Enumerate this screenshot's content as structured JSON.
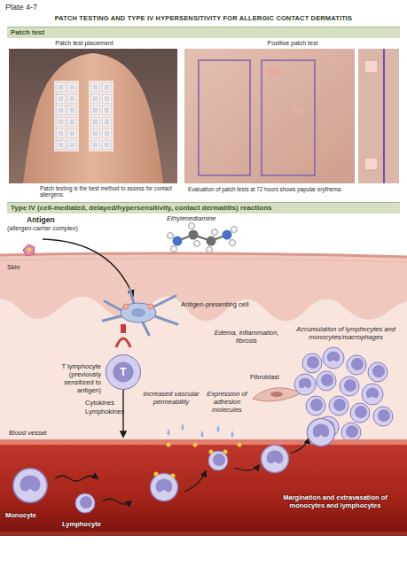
{
  "diagram": {
    "title": "PATCH TESTING AND TYPE IV HYPERSENSITIVITY FOR ALLERGIC CONTACT DERMATITIS",
    "nodes": [
      {
        "text": [
          "Patch test"
        ]
      },
      {
        "text": [
          "Type IV (cell-mediated, delayed/hypersensitivity, contact dermatitis) reactions"
        ]
      },
      {
        "text": [
          "T"
        ]
      }
    ],
    "labels": [
      "Plate 4-7",
      "Patch test placement",
      "Positive patch test",
      "Patch testing is the best method to assess for contact allergens.",
      "Evaluation of patch tests at 72 hours shows papular erythema.",
      "Antigen",
      "(allergen-carrier complex)",
      "Ethylenediamine",
      "Skin",
      "Antigen-presenting cell",
      "T lymphocyte (previously sensitized to antigen)",
      "Cytokines",
      "Lymphokines",
      "Edema, inflammation, fibrosis",
      "Accumulation of lymphocytes and monocytes/macrophages",
      "Fibroblast",
      "Increased vascular permeability",
      "Expression of adhesion molecules",
      "Blood vessel",
      "Monocyte",
      "Lymphocyte",
      "Margination and extravasation of monocytes and lymphocytes"
    ]
  }
}
